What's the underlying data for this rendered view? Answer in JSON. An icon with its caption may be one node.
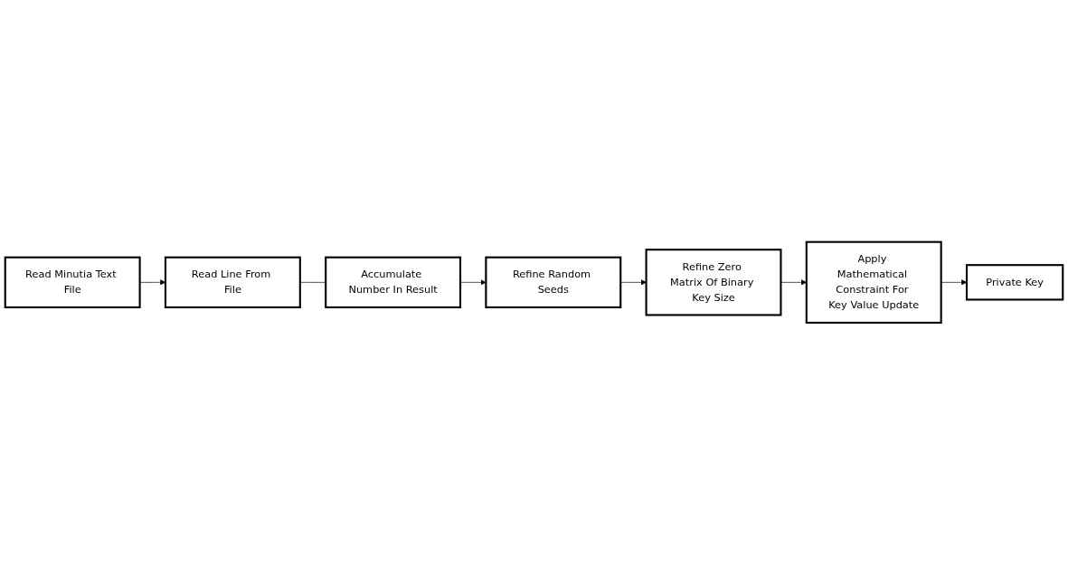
{
  "diagram": {
    "nodes": [
      {
        "text": [
          "Read Minutia Text File"
        ]
      },
      {
        "text": [
          "Read Line From File"
        ]
      },
      {
        "text": [
          "Accumulate Number In Result"
        ]
      },
      {
        "text": [
          "Refine Random Seeds"
        ]
      },
      {
        "text": [
          "Refine Zero Matrix Of Binary Key Size"
        ]
      },
      {
        "text": [
          "Apply Mathematical Constraint For Key Value Update"
        ]
      },
      {
        "text": [
          "Private Key"
        ]
      }
    ],
    "edges": [
      {
        "from": 0,
        "to": 1,
        "arrow": "to"
      },
      {
        "from": 1,
        "to": 2,
        "arrow": "none"
      },
      {
        "from": 2,
        "to": 3,
        "arrow": "to"
      },
      {
        "from": 3,
        "to": 4,
        "arrow": "to"
      },
      {
        "from": 4,
        "to": 5,
        "arrow": "to"
      },
      {
        "from": 5,
        "to": 6,
        "arrow": "to"
      }
    ]
  }
}
